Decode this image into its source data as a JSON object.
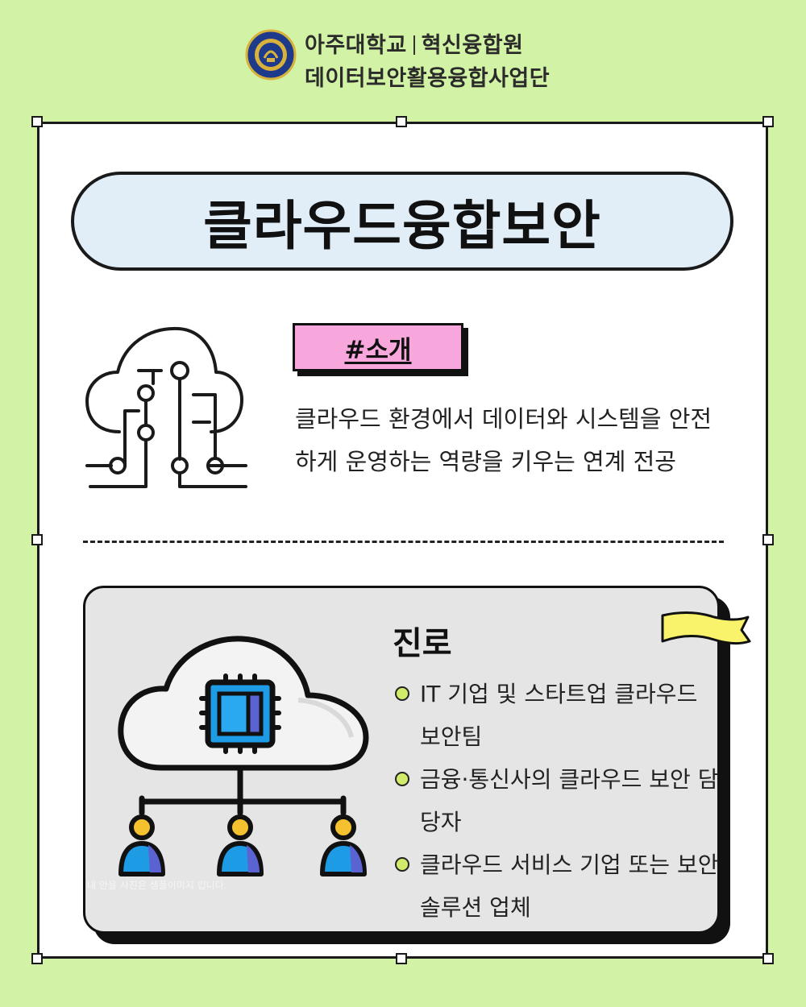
{
  "header": {
    "university": "아주대학교",
    "institute": "혁신융합원",
    "program": "데이터보안활용융합사업단",
    "logo_colors": [
      "#1e3b8b",
      "#d8b23a"
    ]
  },
  "main": {
    "title": "클라우드융합보안",
    "intro_tag": "#소개",
    "intro_text": "클라우드 환경에서 데이터와 시스템을 안전하게 운영하는 역량을 키우는 연계 전공",
    "career": {
      "title": "진로",
      "items": [
        "IT 기업 및 스타트업 클라우드 보안팀",
        "금융·통신사의 클라우드 보안 담당자",
        "클라우드 서비스 기업 또는 보안 솔루션 업체"
      ]
    },
    "watermark": "내 안을 사진은 샘플이미지 입니다."
  },
  "colors": {
    "background": "#d2f3a5",
    "title_pill": "#e1eef8",
    "tag": "#f8a7dd",
    "career_box": "#e5e5e5",
    "bullet": "#d1ec6b",
    "flag": "#f8f36a",
    "chip": "#1e9be5",
    "person_head": "#f5c12e",
    "person_body": "#1e9be5"
  },
  "icons": [
    "university-logo-icon",
    "cloud-network-icon",
    "cloud-chip-users-icon",
    "flag-icon"
  ]
}
